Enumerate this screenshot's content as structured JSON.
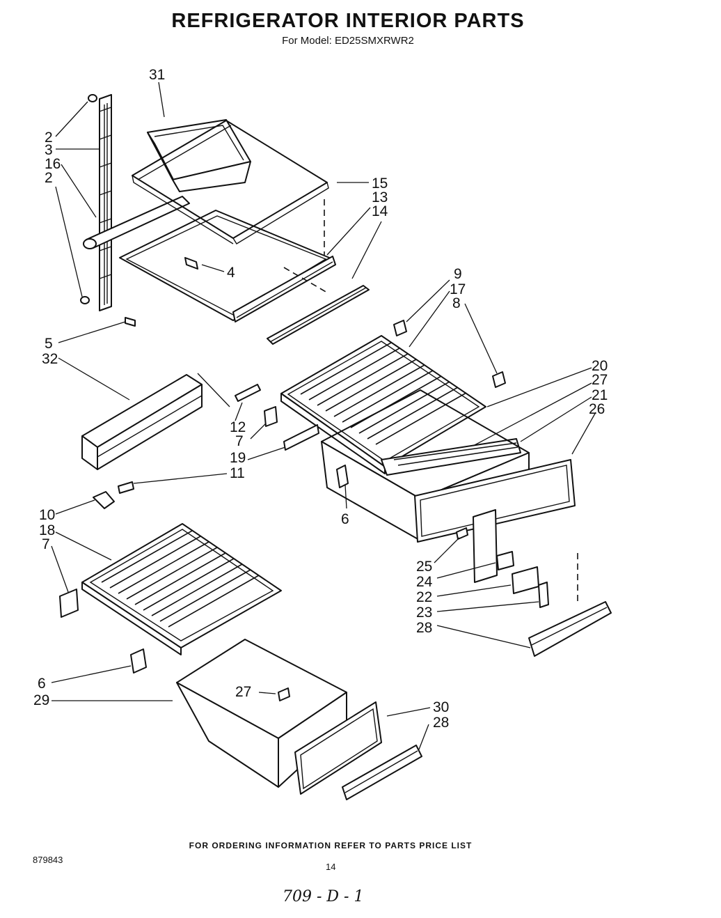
{
  "title": "REFRIGERATOR INTERIOR PARTS",
  "subtitle": "For Model: ED25SMXRWR2",
  "footer_note": "FOR ORDERING INFORMATION REFER TO PARTS PRICE LIST",
  "doc_number": "879843",
  "page_number": "14",
  "handwritten_note": "709 - D - 1",
  "callouts": {
    "c31": "31",
    "c2a": "2",
    "c3": "3",
    "c16": "16",
    "c2b": "2",
    "c15": "15",
    "c13": "13",
    "c14": "14",
    "c4": "4",
    "c5": "5",
    "c32": "32",
    "c9": "9",
    "c17": "17",
    "c8": "8",
    "c20": "20",
    "c27a": "27",
    "c21": "21",
    "c26": "26",
    "c12": "12",
    "c7a": "7",
    "c19": "19",
    "c11": "11",
    "c6a": "6",
    "c10": "10",
    "c18": "18",
    "c7b": "7",
    "c25": "25",
    "c24": "24",
    "c22": "22",
    "c23": "23",
    "c28a": "28",
    "c6b": "6",
    "c29": "29",
    "c27b": "27",
    "c30": "30",
    "c28b": "28"
  }
}
